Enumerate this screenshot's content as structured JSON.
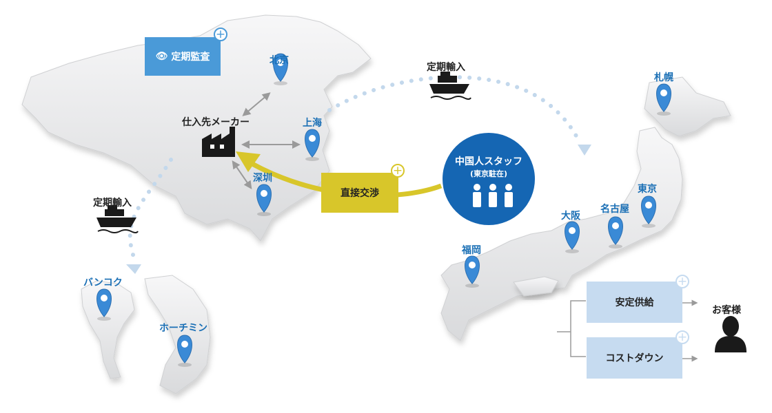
{
  "cities": {
    "beijing": "北京",
    "shanghai": "上海",
    "shenzhen": "深圳",
    "bangkok": "バンコク",
    "hochiminh": "ホーチミン",
    "sapporo": "札幌",
    "tokyo": "東京",
    "nagoya": "名古屋",
    "osaka": "大阪",
    "fukuoka": "福岡"
  },
  "labels": {
    "supplier": "仕入先メーカー",
    "import_left": "定期輸入",
    "import_top": "定期輸入",
    "customer": "お客様"
  },
  "boxes": {
    "audit": "定期監査",
    "direct": "直接交渉",
    "stable": "安定供給",
    "cost": "コストダウン"
  },
  "staff": {
    "title": "中国人スタッフ",
    "sub": "(東京駐在)"
  },
  "colors": {
    "city_blue": "#1a6fb5",
    "audit_blue": "#4a9ad8",
    "direct_yellow": "#d8c62a",
    "staff_blue": "#1566b3",
    "panel_light_blue": "#c6dbf0",
    "map_gray": "#e9eaec"
  }
}
